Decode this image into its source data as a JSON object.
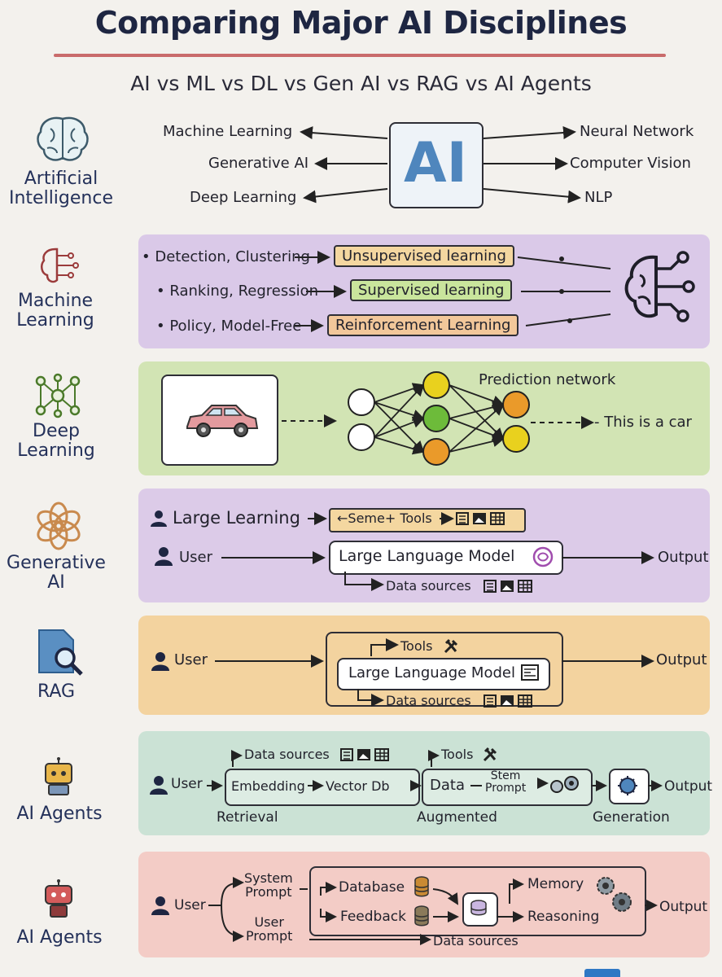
{
  "title": "Comparing Major AI Disciplines",
  "subtitle": "AI vs ML vs DL vs Gen AI vs RAG vs AI Agents",
  "colors": {
    "purple": "#d8c8e8",
    "green": "#cfe2b0",
    "orange": "#f2cf98",
    "teal": "#c9e0d3",
    "red": "#f2c9c3",
    "ink": "#1e2642"
  },
  "ai": {
    "label": "Artificial Intelligence",
    "center": "AI",
    "left": [
      "Machine Learning",
      "Generative AI",
      "Deep Learning"
    ],
    "right": [
      "Neural Network",
      "Computer Vision",
      "NLP"
    ]
  },
  "ml": {
    "label": "Machine Learning",
    "rows": [
      {
        "left": "• Detection, Clustering",
        "box": "Unsupervised learning",
        "color": "#f4d7a0"
      },
      {
        "left": "• Ranking, Regression",
        "box": "Supervised learning",
        "color": "#c9e59c"
      },
      {
        "left": "• Policy, Model-Free",
        "box": "Reinforcement Learning",
        "color": "#f2c79a"
      }
    ]
  },
  "dl": {
    "label": "Deep Learning",
    "network_label": "Prediction network",
    "result": "- This is a car"
  },
  "genai": {
    "label": "Generative AI",
    "top_left": "Large Learning",
    "top_box": "←Seme+ Tools",
    "user": "User",
    "llm": "Large Language Model",
    "output": "Output",
    "data_sources": "Data sources"
  },
  "rag": {
    "label": "RAG",
    "user": "User",
    "tools": "Tools",
    "llm": "Large Language Model",
    "data_sources": "Data sources",
    "output": "Output"
  },
  "agents1": {
    "label": "AI Agents",
    "data_sources": "Data sources",
    "user": "User",
    "embedding": "Embedding",
    "vector_db": "Vector Db",
    "tools": "Tools",
    "data": "Data",
    "stem_prompt": [
      "Stem",
      "Prompt"
    ],
    "output": "Output",
    "retrieval": "Retrieval",
    "augmented": "Augmented",
    "generation": "Generation"
  },
  "agents2": {
    "label": "AI Agents",
    "user": "User",
    "system_prompt": [
      "System",
      "Prompt"
    ],
    "user_prompt": [
      "User",
      "Prompt"
    ],
    "database": "Database",
    "feedback": "Feedback",
    "memory": "Memory",
    "reasoning": "Reasoning",
    "output": "Output",
    "data_sources": "Data sources"
  }
}
